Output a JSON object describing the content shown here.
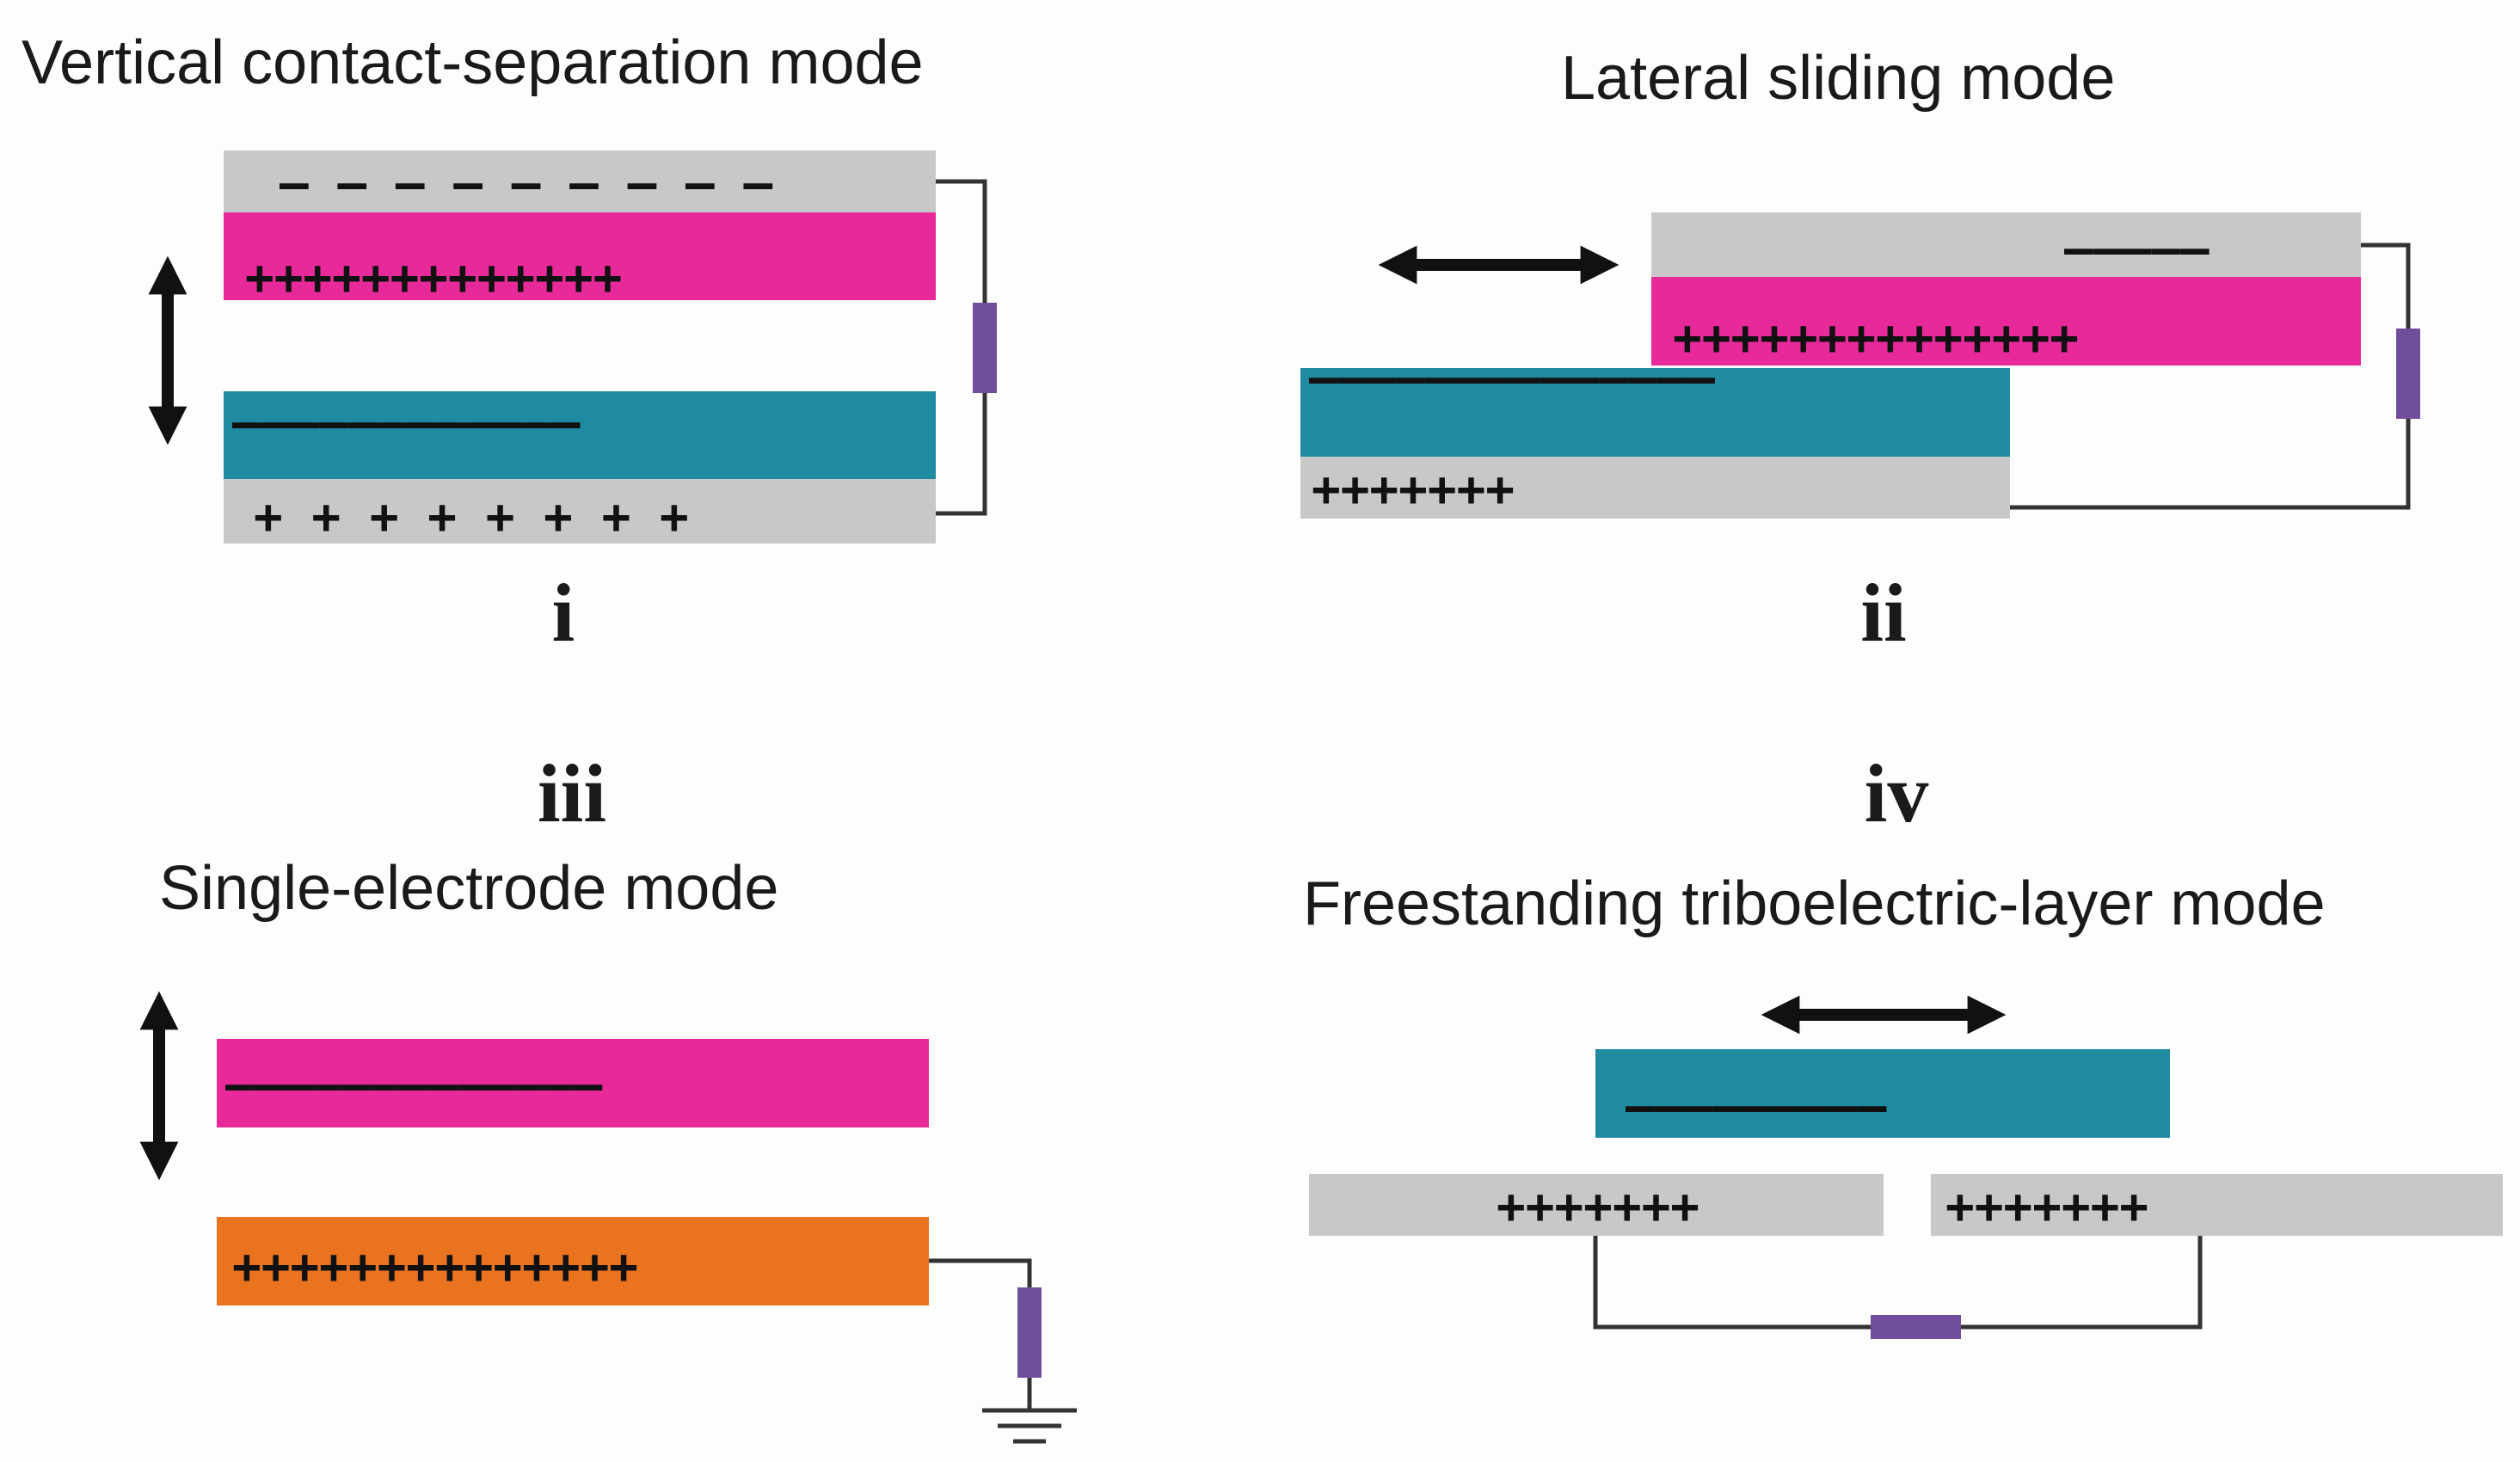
{
  "colors": {
    "electrode_gray": "#c8c8c8",
    "dielectric_pink": "#e8299a",
    "dielectric_teal": "#1f8aa0",
    "electrode_orange": "#ea7320",
    "load_purple": "#6f4f9b",
    "arrow": "#111111",
    "wire": "#333333"
  },
  "panels": [
    {
      "label": "i",
      "title": "Vertical contact-separation mode",
      "layers": [
        {
          "material": "electrode",
          "color_key": "electrode_gray",
          "charges": "– – – – – – – – –"
        },
        {
          "material": "dielectric",
          "color_key": "dielectric_pink",
          "charges": "+++++++++++++"
        },
        {
          "material": "dielectric",
          "color_key": "dielectric_teal",
          "charges": "––––––––––––"
        },
        {
          "material": "electrode",
          "color_key": "electrode_gray",
          "charges": "+  +  +  +  +  +  +  +"
        }
      ],
      "motion": "vertical-double-arrow",
      "load": "resistor-vertical"
    },
    {
      "label": "ii",
      "title": "Lateral sliding mode",
      "layers": [
        {
          "material": "electrode",
          "color_key": "electrode_gray",
          "charges": "–––––"
        },
        {
          "material": "dielectric",
          "color_key": "dielectric_pink",
          "charges": "++++++++++++++"
        },
        {
          "material": "dielectric",
          "color_key": "dielectric_teal",
          "charges": "––––––––––––––"
        },
        {
          "material": "electrode",
          "color_key": "electrode_gray",
          "charges": "+++++++"
        }
      ],
      "motion": "horizontal-double-arrow",
      "load": "resistor-vertical"
    },
    {
      "label": "iii",
      "title": "Single-electrode mode",
      "layers": [
        {
          "material": "dielectric",
          "color_key": "dielectric_pink",
          "charges": "–––––––––––––"
        },
        {
          "material": "electrode",
          "color_key": "electrode_orange",
          "charges": "++++++++++++++"
        }
      ],
      "motion": "vertical-double-arrow",
      "load": "resistor-to-ground"
    },
    {
      "label": "iv",
      "title": "Freestanding triboelectric-layer mode",
      "layers": [
        {
          "material": "dielectric",
          "color_key": "dielectric_teal",
          "charges": "–––––––––"
        },
        {
          "material": "electrode",
          "color_key": "electrode_gray",
          "charges": "+++++++"
        },
        {
          "material": "electrode",
          "color_key": "electrode_gray",
          "charges": "+++++++"
        }
      ],
      "motion": "horizontal-double-arrow",
      "load": "resistor-horizontal"
    }
  ]
}
